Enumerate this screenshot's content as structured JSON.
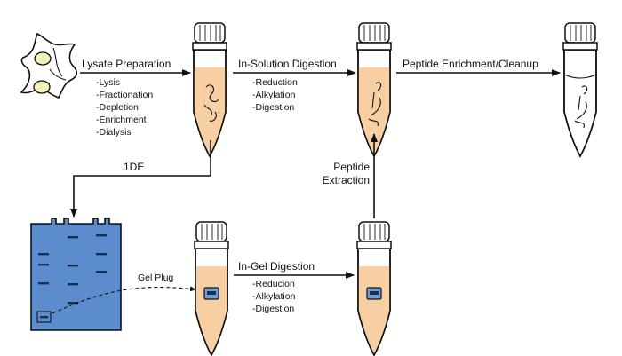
{
  "steps": {
    "lysate": {
      "label": "Lysate Preparation",
      "items": [
        "-Lysis",
        "-Fractionation",
        "-Depletion",
        "-Enrichment",
        "-Dialysis"
      ]
    },
    "in_solution": {
      "label": "In-Solution Digestion",
      "items": [
        "-Reduction",
        "-Alkylation",
        "-Digestion"
      ]
    },
    "enrichment": {
      "label": "Peptide Enrichment/Cleanup"
    },
    "one_de": {
      "label": "1DE"
    },
    "peptide_extraction": {
      "line1": "Peptide",
      "line2": "Extraction"
    },
    "gel_plug": {
      "label": "Gel Plug"
    },
    "in_gel": {
      "label": "In-Gel Digestion",
      "items": [
        "-Reducion",
        "-Alkylation",
        "-Digestion"
      ]
    }
  },
  "colors": {
    "liquid": "#f7cfa3",
    "gel": "#5b8ccd",
    "gel_band": "#1c2f4a",
    "plug": "#6f9ed6",
    "cell_nucleus": "#f5f0b8"
  }
}
